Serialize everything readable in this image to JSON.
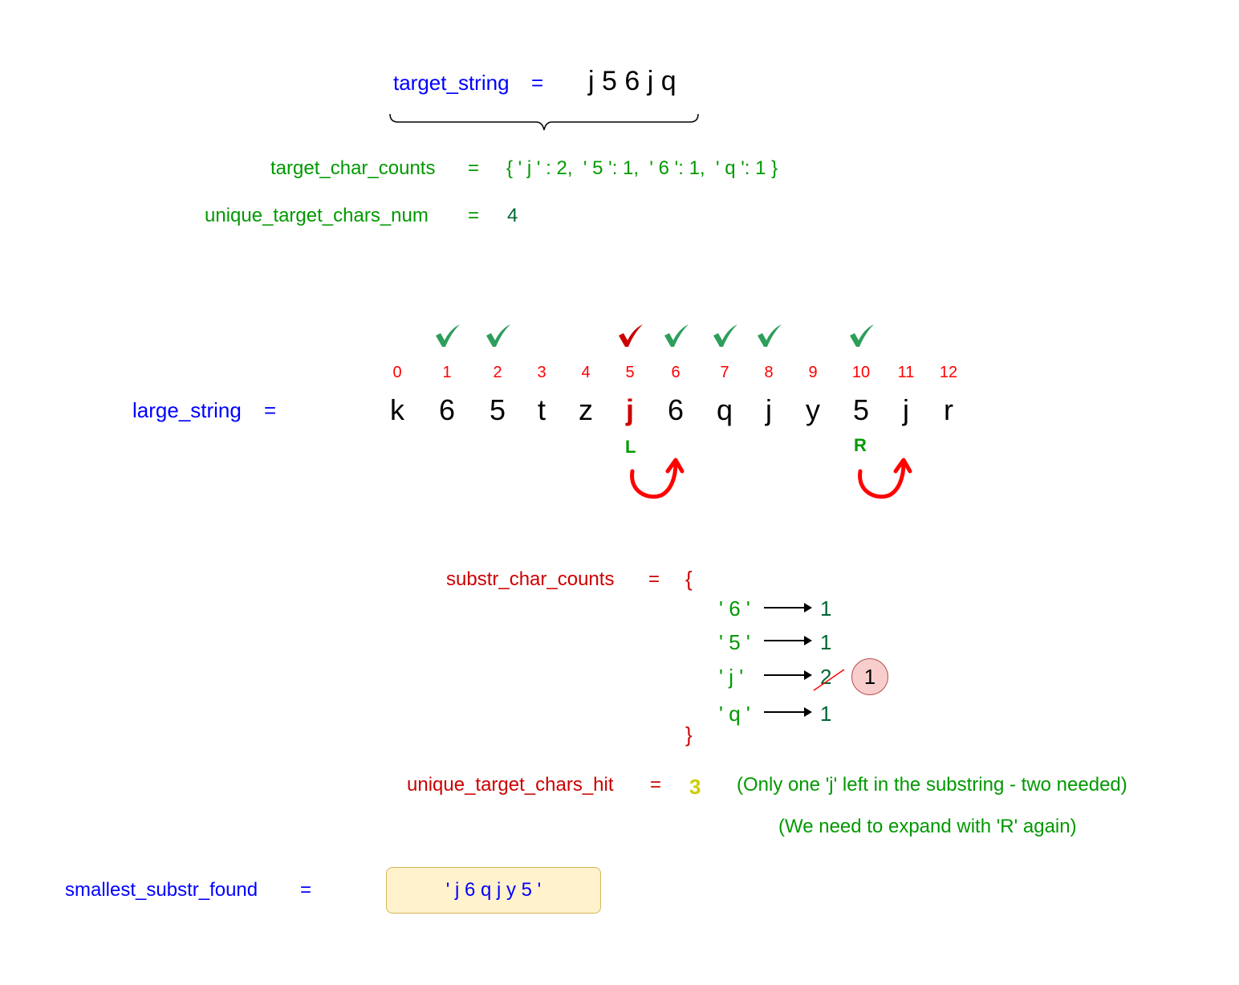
{
  "target": {
    "label": "target_string",
    "equals": "=",
    "value": "j 5 6 j q"
  },
  "target_counts": {
    "label": "target_char_counts",
    "equals": "=",
    "value": "{ ' j ' : 2,  ' 5 ': 1,  ' 6 ': 1,  ' q ': 1 }"
  },
  "unique_num": {
    "label": "unique_target_chars_num",
    "equals": "=",
    "value": "4"
  },
  "large_string": {
    "label": "large_string",
    "equals": "=",
    "indices": [
      "0",
      "1",
      "2",
      "3",
      "4",
      "5",
      "6",
      "7",
      "8",
      "9",
      "10",
      "11",
      "12"
    ],
    "chars": [
      "k",
      "6",
      "5",
      "t",
      "z",
      "j",
      "6",
      "q",
      "j",
      "y",
      "5",
      "j",
      "r"
    ],
    "checks": [
      {
        "index": 1,
        "color": "#2e9e5b"
      },
      {
        "index": 2,
        "color": "#2e9e5b"
      },
      {
        "index": 5,
        "color": "#cc0000"
      },
      {
        "index": 6,
        "color": "#2e9e5b"
      },
      {
        "index": 7,
        "color": "#2e9e5b"
      },
      {
        "index": 8,
        "color": "#2e9e5b"
      },
      {
        "index": 10,
        "color": "#2e9e5b"
      }
    ],
    "highlighted_index": 5,
    "left_pointer": {
      "label": "L",
      "index": 5
    },
    "right_pointer": {
      "label": "R",
      "index": 10
    }
  },
  "substr_counts": {
    "label": "substr_char_counts",
    "equals": "=",
    "open_brace": "{",
    "close_brace": "}",
    "entries": [
      {
        "key": "' 6 '",
        "value": "1"
      },
      {
        "key": "' 5 '",
        "value": "1"
      },
      {
        "key": "' j '",
        "value": "2",
        "struck": true,
        "new_value": "1"
      },
      {
        "key": "' q '",
        "value": "1"
      }
    ]
  },
  "unique_hit": {
    "label": "unique_target_chars_hit",
    "equals": "=",
    "value": "3",
    "note1": "(Only one 'j' left in the substring - two needed)",
    "note2": "(We need to expand with 'R' again)"
  },
  "smallest": {
    "label": "smallest_substr_found",
    "equals": "=",
    "value": "' j 6 q j y 5 '"
  },
  "colors": {
    "variable_blue": "#0000ff",
    "green": "#009900",
    "red": "#cc0000",
    "highlight_yellow": "#cccc00",
    "check_green": "#2e9e5b"
  }
}
